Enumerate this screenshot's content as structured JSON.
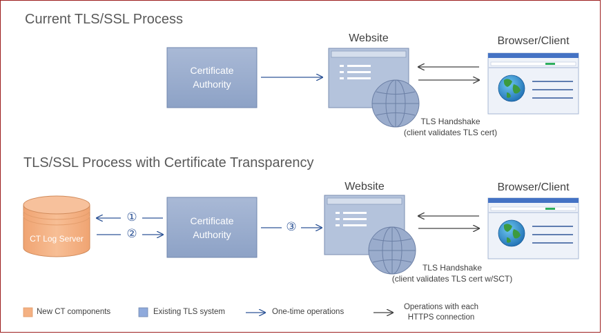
{
  "sections": [
    {
      "title": "Current TLS/SSL Process",
      "ca_line1": "Certificate",
      "ca_line2": "Authority",
      "website_label": "Website",
      "browser_label": "Browser/Client",
      "handshake_line1": "TLS Handshake",
      "handshake_line2": "(client validates TLS cert)"
    },
    {
      "title": "TLS/SSL Process with Certificate Transparency",
      "ct_log_label": "CT Log Server",
      "step1": "①",
      "step2": "②",
      "step3": "③",
      "ca_line1": "Certificate",
      "ca_line2": "Authority",
      "website_label": "Website",
      "browser_label": "Browser/Client",
      "handshake_line1": "TLS Handshake",
      "handshake_line2": "(client validates TLS cert w/SCT)"
    }
  ],
  "legend": {
    "new_ct": "New CT components",
    "existing_tls": "Existing TLS system",
    "one_time": "One-time operations",
    "each_https_line1": "Operations with each",
    "each_https_line2": "HTTPS connection"
  },
  "colors": {
    "ct_orange": "#f4b183",
    "tls_blue": "#8faadc",
    "arrow_blue": "#2f5597",
    "arrow_gray": "#404040"
  }
}
